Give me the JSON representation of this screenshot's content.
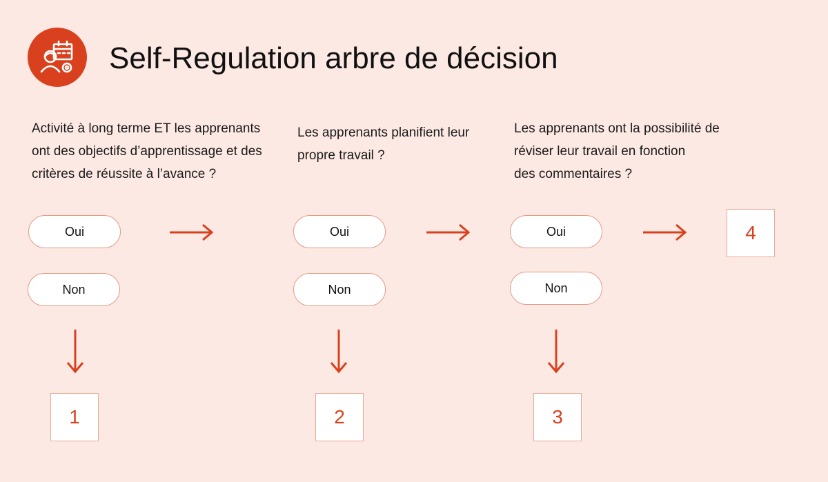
{
  "title": "Self-Regulation arbre de décision",
  "logo_icon": "learner-calendar-icon",
  "colors": {
    "accent": "#d9411e",
    "background": "#fde9e3",
    "border": "#e39a85"
  },
  "steps": [
    {
      "question_lines": [
        "Activité à long terme ET les apprenants",
        "ont des objectifs d’apprentissage et des",
        "critères de réussite à l’avance ?"
      ],
      "yes": "Oui",
      "no": "Non",
      "outcome": "1"
    },
    {
      "question_lines": [
        "Les apprenants planifient leur",
        "propre travail ?"
      ],
      "yes": "Oui",
      "no": "Non",
      "outcome": "2"
    },
    {
      "question_lines": [
        "Les apprenants ont la possibilité de",
        "réviser leur travail en fonction",
        "des commentaires ?"
      ],
      "yes": "Oui",
      "no": "Non",
      "outcome": "3"
    }
  ],
  "final_outcome": "4"
}
